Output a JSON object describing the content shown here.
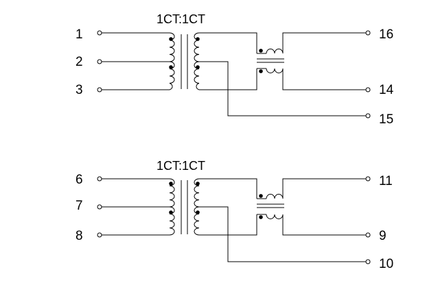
{
  "circuits": [
    {
      "ratio_label": "1CT:1CT",
      "left_pins": [
        "1",
        "2",
        "3"
      ],
      "right_pins": [
        "16",
        "14",
        "15"
      ]
    },
    {
      "ratio_label": "1CT:1CT",
      "left_pins": [
        "6",
        "7",
        "8"
      ],
      "right_pins": [
        "11",
        "9",
        "10"
      ]
    }
  ],
  "colors": {
    "line": "#000000",
    "background": "#ffffff"
  }
}
